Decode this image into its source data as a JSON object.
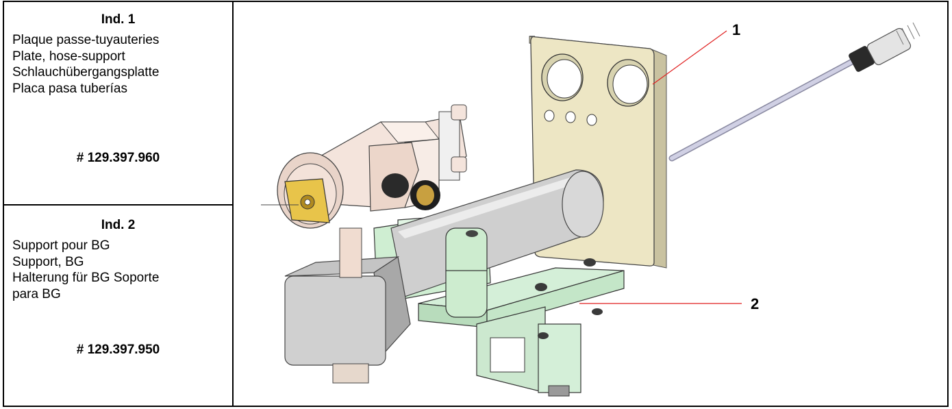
{
  "items": [
    {
      "heading": "Ind. 1",
      "lines": [
        "Plaque passe-tuyauteries",
        "Plate, hose-support",
        "Schlauchübergangsplatte",
        "Placa pasa tuberías"
      ],
      "part_number": "# 129.397.960"
    },
    {
      "heading": "Ind. 2",
      "lines": [
        "Support pour BG",
        "Support, BG",
        "Halterung für BG  Soporte",
        "para BG"
      ],
      "part_number": "# 129.397.950"
    }
  ],
  "callouts": [
    "1",
    "2"
  ],
  "colors": {
    "plate": "#ede6c4",
    "bracket": "#d4efd8",
    "metal": "#d8d8d8",
    "gun_body": "#f4e4dc",
    "nozzle": "#e8c44a",
    "leader_line": "#e02020",
    "hose": "#c8c8e0"
  }
}
